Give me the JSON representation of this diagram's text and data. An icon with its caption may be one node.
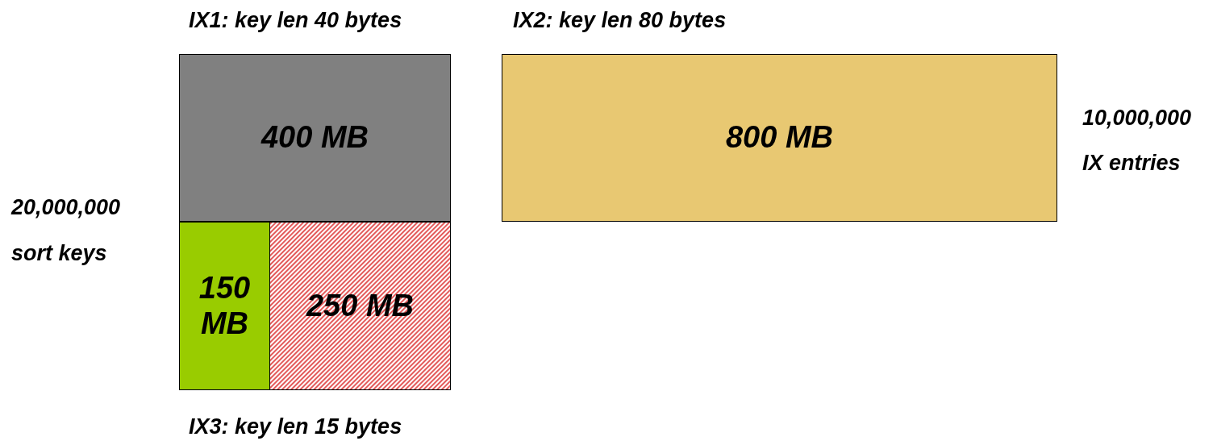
{
  "diagram": {
    "nodes": [
      {
        "text": [
          "400 MB"
        ]
      },
      {
        "text": [
          "150 MB"
        ]
      },
      {
        "text": [
          "250 MB"
        ]
      },
      {
        "text": [
          "800 MB"
        ]
      }
    ],
    "labels": [
      "IX1: key len 40 bytes",
      "IX2: key len 80 bytes",
      "10,000,000 IX entries",
      "20,000,000 sort keys",
      "IX3: key len 15 bytes"
    ]
  }
}
